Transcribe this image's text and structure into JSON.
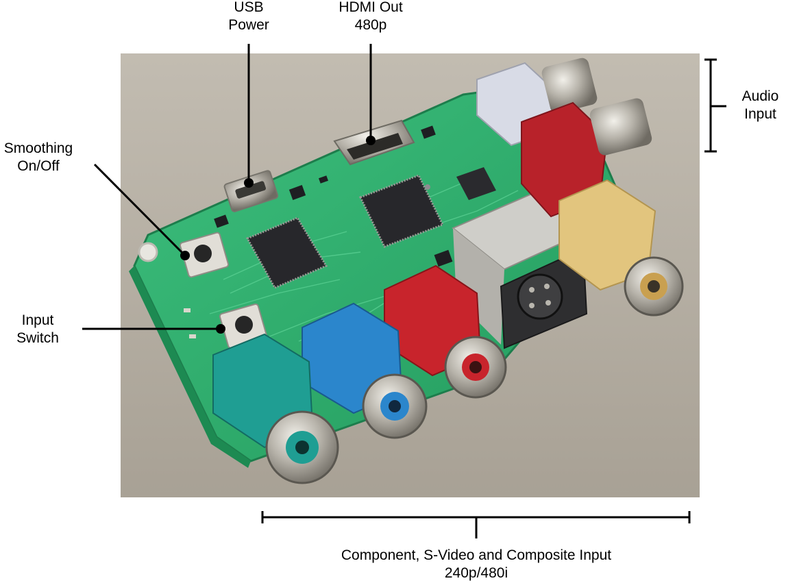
{
  "labels": {
    "usb_power": [
      "USB",
      "Power"
    ],
    "hdmi_out": [
      "HDMI Out",
      "480p"
    ],
    "smoothing": [
      "Smoothing",
      "On/Off"
    ],
    "input_switch": [
      "Input",
      "Switch"
    ],
    "audio_input": [
      "Audio",
      "Input"
    ],
    "video_input": [
      "Component, S-Video and Composite Input",
      "240p/480i"
    ]
  },
  "colors": {
    "background_wall": "#b8b1a5",
    "pcb": "#2fae6e",
    "connector_teal": "#1f9e93",
    "connector_blue": "#2b86cc",
    "connector_red": "#c8242c",
    "connector_yellow": "#e2c57e",
    "connector_white": "#d8dbe6",
    "svideo_gray": "#c9c9c4",
    "chip_black": "#2a2a2e",
    "metal": "#b9b6ae"
  }
}
